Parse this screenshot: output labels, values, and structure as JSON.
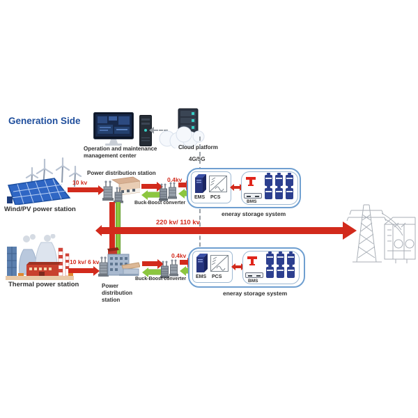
{
  "title": "Generation Side",
  "om_center": {
    "label": "Operation and maintenance management center"
  },
  "cloud": {
    "label": "Cloud platform",
    "network": "4G/5G"
  },
  "wind_pv": {
    "label": "Wind/PV power station",
    "line_voltage": "10 kv"
  },
  "thermal": {
    "label": "Thermal power station",
    "line_voltage": "10 kv/ 6 kv"
  },
  "dist_top": {
    "label": "Power distribution station",
    "out_voltage": "0.4kv",
    "converter": "Buck-Boost converter"
  },
  "dist_bottom": {
    "label": "Power distribution station",
    "out_voltage": "0.4kv",
    "converter": "Buck-Boost converter"
  },
  "storage_top": {
    "ems": "EMS",
    "pcs": "PCS",
    "bms": "BMS",
    "label": "eneray storage system"
  },
  "storage_bottom": {
    "ems": "EMS",
    "pcs": "PCS",
    "bms": "BMS",
    "label": "eneray storage system"
  },
  "transmission": {
    "label": "220 kv/ 110 kv"
  },
  "colors": {
    "accent_red": "#d22a1c",
    "accent_green": "#8cc63f",
    "title_blue": "#1f4e9c",
    "box_border_blue": "#6f9fd0"
  }
}
